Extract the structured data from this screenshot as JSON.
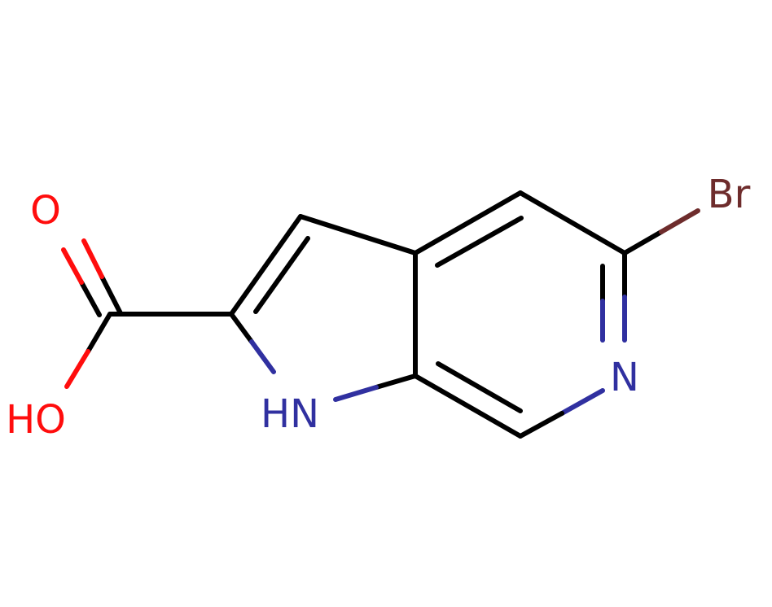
{
  "colors": {
    "carbon": "#000000",
    "oxygen": "#ff0d0d",
    "nitrogen": "#3030a0",
    "bromine": "#6e2c2c",
    "background": "#ffffff"
  },
  "atoms": {
    "carbonyl_oxygen": {
      "label": "O",
      "element": "O"
    },
    "hydroxyl": {
      "label": "HO",
      "element": "O"
    },
    "pyrrole_nitrogen": {
      "label": "HN",
      "element": "N"
    },
    "pyridine_nitrogen": {
      "label": "N",
      "element": "N"
    },
    "bromine": {
      "label": "Br",
      "element": "Br"
    }
  }
}
